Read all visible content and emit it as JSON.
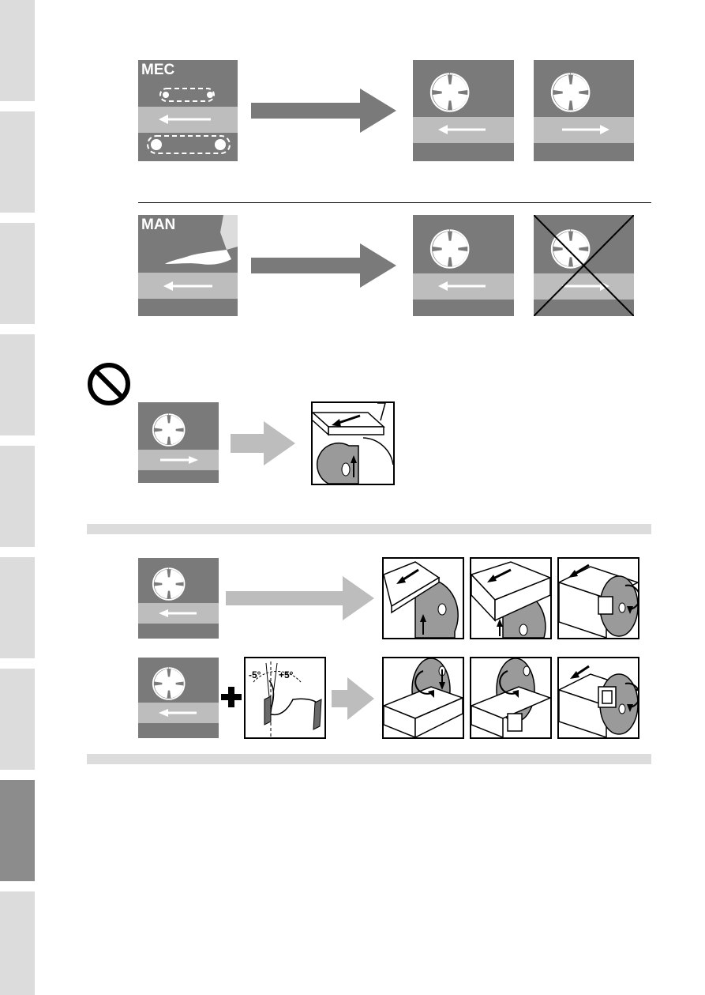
{
  "page": {
    "background": "#ffffff",
    "panel_color": "#7a7a7a",
    "band_color": "#bdbdbd",
    "side_tab_color": "#dcdcdc",
    "active_tab_color": "#8c8c8c",
    "arrow_dark": "#7a7a7a",
    "arrow_light": "#bdbdbd"
  },
  "section_mec": {
    "mode_label": "MEC"
  },
  "section_man": {
    "mode_label": "MAN"
  },
  "angle_diagram": {
    "minus_label": "-5°",
    "plus_label": "+5°"
  },
  "icons": {
    "prohibited": "prohibited-icon",
    "blade": "saw-blade-icon",
    "cross": "cross-out-icon",
    "plus": "plus-icon"
  }
}
